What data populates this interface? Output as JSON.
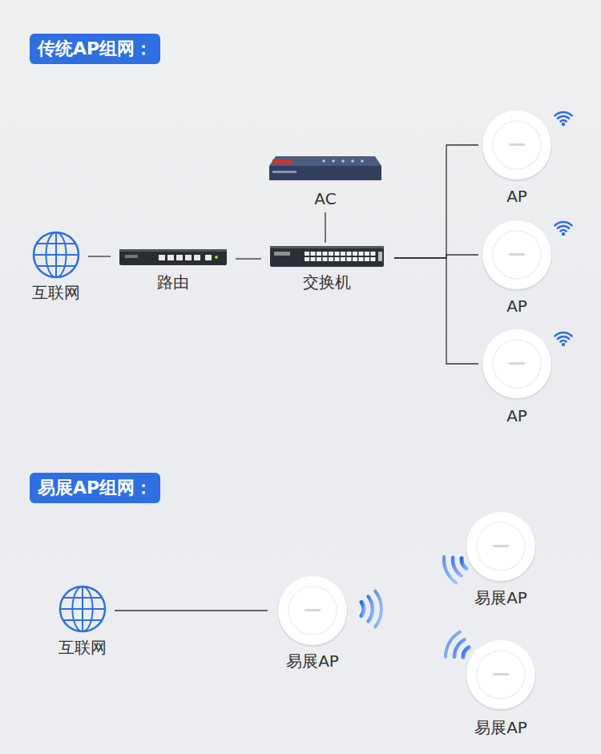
{
  "diagram": {
    "nodes": [
      {
        "text": [
          "传统AP组网："
        ]
      },
      {
        "text": [
          "互联网"
        ]
      },
      {
        "text": [
          "路由"
        ]
      },
      {
        "text": [
          "AC"
        ]
      },
      {
        "text": [
          "交换机"
        ]
      },
      {
        "text": [
          "AP"
        ]
      },
      {
        "text": [
          "AP"
        ]
      },
      {
        "text": [
          "AP"
        ]
      },
      {
        "text": [
          "易展AP组网："
        ]
      },
      {
        "text": [
          "互联网"
        ]
      },
      {
        "text": [
          "易展AP"
        ]
      },
      {
        "text": [
          "易展AP"
        ]
      },
      {
        "text": [
          "易展AP"
        ]
      }
    ],
    "edges": [
      {
        "from": 1,
        "to": 2,
        "arrow": "none"
      },
      {
        "from": 2,
        "to": 4,
        "arrow": "none"
      },
      {
        "from": 4,
        "to": 3,
        "arrow": "none"
      },
      {
        "from": 4,
        "to": 5,
        "arrow": "none"
      },
      {
        "from": 4,
        "to": 6,
        "arrow": "none"
      },
      {
        "from": 4,
        "to": 7,
        "arrow": "none"
      },
      {
        "from": 9,
        "to": 10,
        "arrow": "none"
      }
    ]
  }
}
